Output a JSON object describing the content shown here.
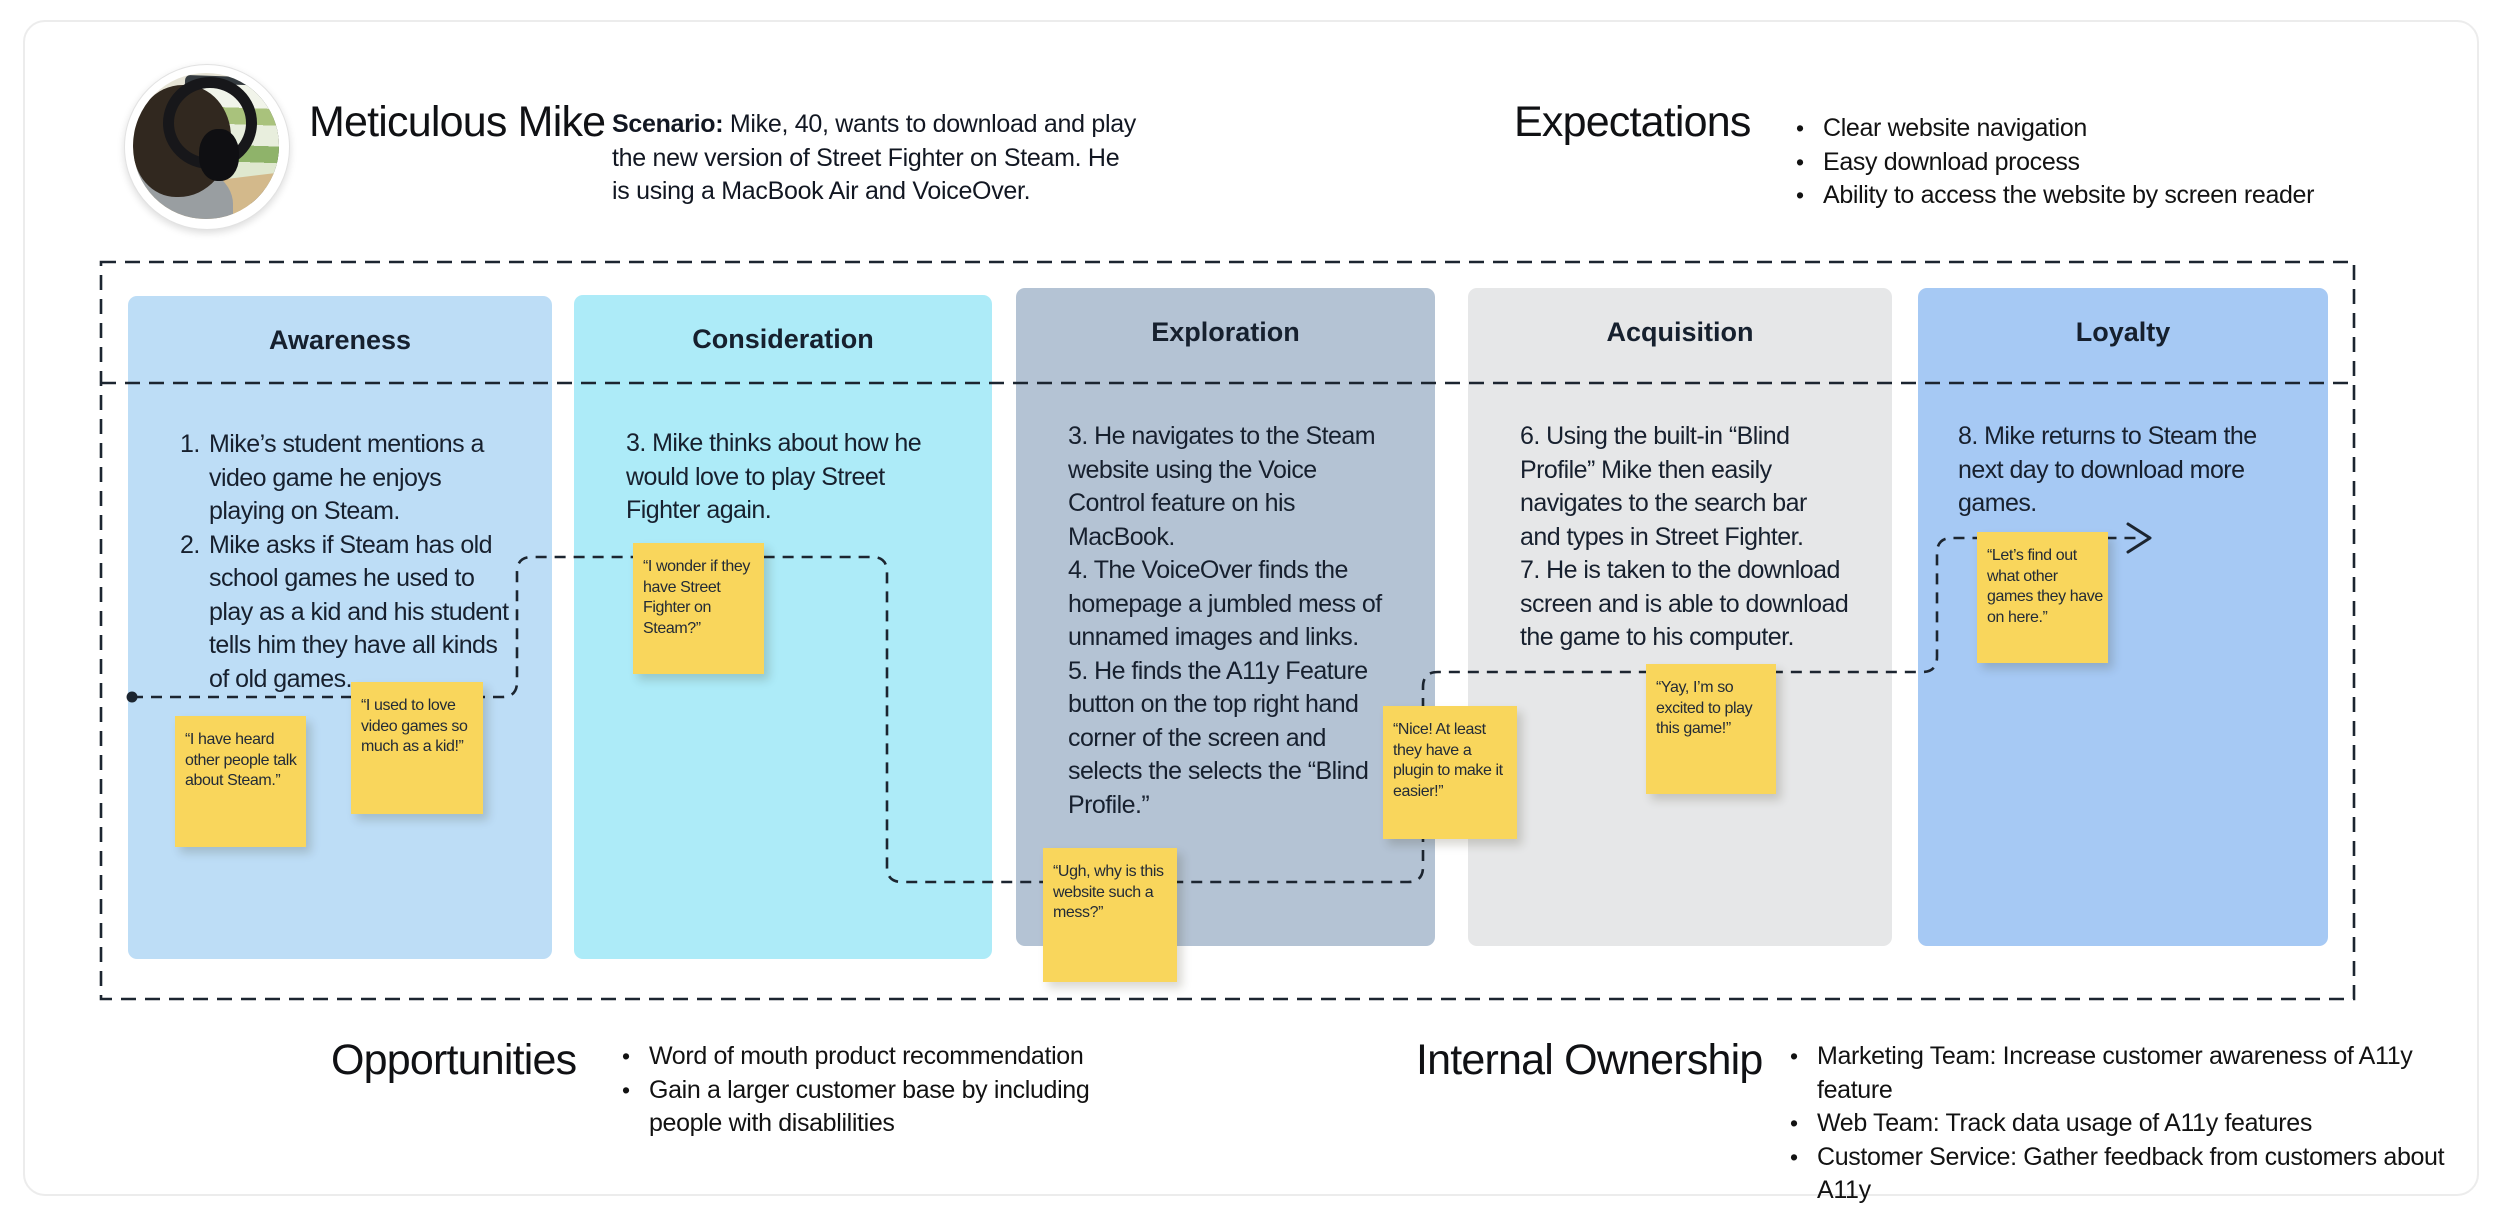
{
  "persona": {
    "name": "Meticulous Mike",
    "scenario_label": "Scenario:",
    "scenario_lines": [
      " Mike, 40, wants to download and play",
      "the new version of Street Fighter on Steam. He",
      "is using a MacBook Air and VoiceOver."
    ],
    "avatar_description": "man-with-headphones-facing-computer-monitor"
  },
  "expectations": {
    "title": "Expectations",
    "items": [
      "Clear website navigation",
      "Easy download process",
      "Ability to access the website by screen reader"
    ]
  },
  "journey": {
    "stages": [
      {
        "title": "Awareness",
        "color": "#BDDDF6",
        "items": [
          {
            "num": "1.",
            "lines": [
              "Mike’s student mentions a",
              "video game he enjoys",
              "playing on Steam."
            ]
          },
          {
            "num": "2.",
            "lines": [
              "Mike asks if Steam has old",
              "school games he used to",
              "play as a kid and his student",
              "tells him they have all kinds",
              "of old games."
            ]
          }
        ]
      },
      {
        "title": "Consideration",
        "color": "#ADEBF8",
        "paras": [
          [
            "3. Mike thinks about how he",
            "would love to play Street",
            "Fighter again."
          ]
        ]
      },
      {
        "title": "Exploration",
        "color": "#B4C3D4",
        "paras": [
          [
            "3. He navigates to the Steam",
            "website using the Voice",
            "Control feature on his",
            "MacBook."
          ],
          [
            "4. The VoiceOver finds the",
            "homepage a jumbled mess of",
            "unnamed images and links."
          ],
          [
            "5. He finds the A11y Feature",
            "button on the top right hand",
            "corner of the screen and",
            "selects the selects the “Blind",
            "Profile.”"
          ]
        ]
      },
      {
        "title": "Acquisition",
        "color": "#E6E7E8",
        "paras": [
          [
            "6. Using the built-in “Blind",
            "Profile” Mike then easily",
            "navigates to the search bar",
            "and types in Street Fighter."
          ],
          [
            "7. He is taken to the download",
            "screen and is able to download",
            "the game to his computer."
          ]
        ]
      },
      {
        "title": "Loyalty",
        "color": "#A6C9F4",
        "paras": [
          [
            "8. Mike returns to Steam the",
            "next day to download more",
            "games."
          ]
        ]
      }
    ]
  },
  "notes": [
    {
      "lines": [
        "“I have heard",
        "other people talk",
        "about Steam.”"
      ]
    },
    {
      "lines": [
        "“I used to love",
        "video games so",
        "much as a kid!”"
      ]
    },
    {
      "lines": [
        "“I wonder if they",
        "have Street",
        "Fighter on",
        "Steam?”"
      ]
    },
    {
      "lines": [
        "“Ugh, why is this",
        "website such a",
        "mess?”"
      ]
    },
    {
      "lines": [
        "“Nice! At least",
        "they have a",
        "plugin to make it",
        "easier!”"
      ]
    },
    {
      "lines": [
        "“Yay, I’m so",
        "excited to play",
        "this game!”"
      ]
    },
    {
      "lines": [
        "“Let’s find out",
        "what other",
        "games they have",
        "on here.”"
      ]
    }
  ],
  "opportunities": {
    "title": "Opportunities",
    "items": [
      [
        "Word of mouth product recommendation"
      ],
      [
        "Gain a larger customer base by including",
        "people with disablilities"
      ]
    ]
  },
  "ownership": {
    "title": "Internal Ownership",
    "items": [
      "Marketing Team: Increase customer awareness of A11y feature",
      "Web Team: Track data usage of A11y features",
      "Customer Service: Gather feedback from customers about A11y"
    ]
  },
  "colors": {
    "sticky_note": "#F9D65C",
    "awareness": "#BDDDF6",
    "consideration": "#ADEBF8",
    "exploration": "#B4C3D4",
    "acquisition": "#E6E7E8",
    "loyalty": "#A6C9F4",
    "connector": "#1c2530",
    "text_dark": "#17202e"
  }
}
